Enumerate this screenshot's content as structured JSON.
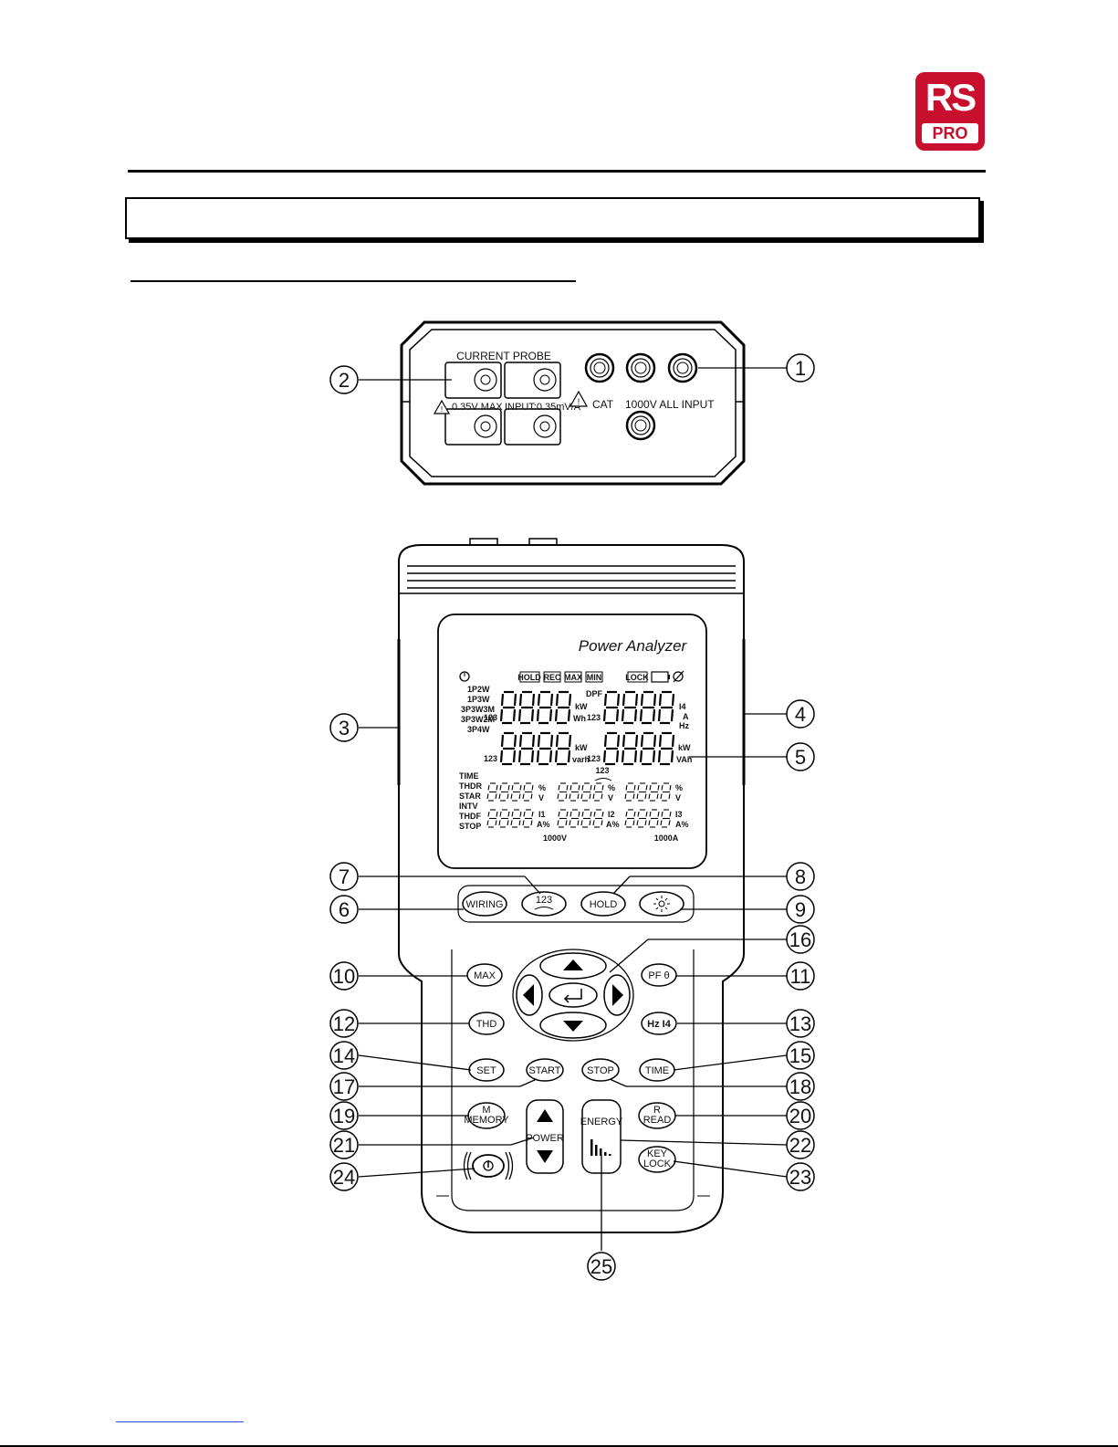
{
  "logo": {
    "top_text": "RS",
    "bottom_text": "PRO"
  },
  "top_panel": {
    "current_probe": "CURRENT PROBE",
    "max_rating": "0.35V MAX",
    "input_rating": "INPUT:0.35mV/A",
    "cat": "CAT",
    "all_input": "1000V ALL INPUT"
  },
  "lcd": {
    "title": "Power Analyzer",
    "status": [
      "HOLD",
      "REC",
      "MAX",
      "MIN",
      "LOCK"
    ],
    "left_labels": [
      "1P2W",
      "1P3W",
      "3P3W3M",
      "3P3W2M",
      "3P4W"
    ],
    "dpf": "DPF",
    "units_row1_mid": [
      "kW",
      "Wh"
    ],
    "units_row1_right": [
      "I4",
      "A",
      "Hz"
    ],
    "units_row2_mid": [
      "kW",
      "varh"
    ],
    "units_row2_right": [
      "kW",
      "VAh"
    ],
    "phase": "123",
    "left_lower_labels": [
      "TIME",
      "THDR",
      "STAR",
      "INTV",
      "THDF",
      "STOP"
    ],
    "pct": "%",
    "v": "V",
    "i_labels": [
      "I1",
      "I2",
      "I3"
    ],
    "apct": "A%",
    "range_v": "1000V",
    "range_a": "1000A"
  },
  "buttons": {
    "wiring": "WIRING",
    "phase": "123",
    "hold": "HOLD",
    "max": "MAX",
    "pf": "PF θ",
    "thd": "THD",
    "hz": "Hz I4",
    "set": "SET",
    "start": "START",
    "stop": "STOP",
    "time": "TIME",
    "memory": [
      "M",
      "MEMORY"
    ],
    "read": [
      "R",
      "READ"
    ],
    "power": "POWER",
    "energy": "ENERGY",
    "keylock": [
      "KEY",
      "LOCK"
    ]
  },
  "callouts": [
    "1",
    "2",
    "3",
    "4",
    "5",
    "6",
    "7",
    "8",
    "9",
    "10",
    "11",
    "12",
    "13",
    "14",
    "15",
    "16",
    "17",
    "18",
    "19",
    "20",
    "21",
    "22",
    "23",
    "24",
    "25"
  ]
}
